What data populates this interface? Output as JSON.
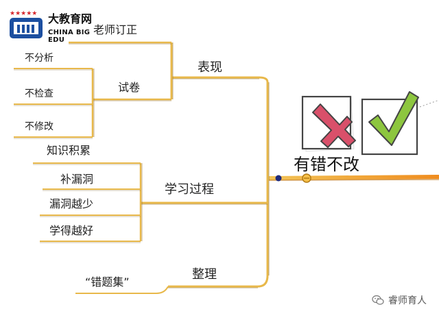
{
  "logo": {
    "title": "大教育网",
    "subtitle": "CHINA BIG EDU"
  },
  "center": {
    "label": "有错不改"
  },
  "branches": {
    "biaoxian": {
      "label": "表现",
      "teacher": "老师订正",
      "shijuan": {
        "label": "试卷",
        "items": [
          "不分析",
          "不检查",
          "不修改"
        ]
      }
    },
    "xuexi": {
      "label": "学习过程",
      "items": [
        "知识积累",
        "补漏洞",
        "漏洞越少",
        "学得越好"
      ]
    },
    "zhengli": {
      "label": "整理",
      "items": [
        "“错题集”"
      ]
    }
  },
  "watermark": "睿师育人",
  "colors": {
    "line": "#e8b84a",
    "line_dark": "#7a5a1a",
    "cross": "#d9506a",
    "check": "#8dc63f",
    "node_dot": "#1f2a7a"
  },
  "icons": [
    "cross-icon",
    "check-icon",
    "wechat-icon"
  ]
}
